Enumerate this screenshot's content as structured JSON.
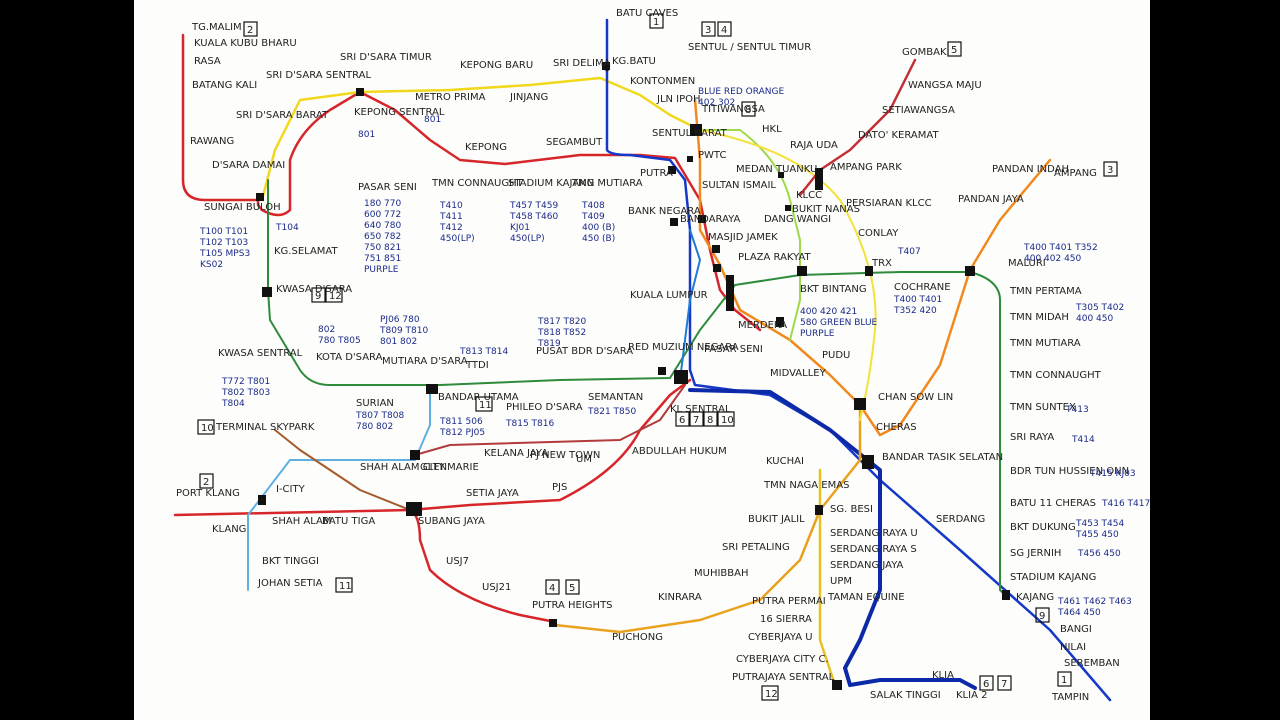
{
  "lines": {
    "red": "#d6262b",
    "yellow": "#f2d81c",
    "blue": "#1638c8",
    "orange": "#f08a1e",
    "green": "#2e8b3c",
    "darkred": "#9b1b1b",
    "lightblue": "#5fb0e0",
    "lime": "#9fd84a",
    "gold": "#e8c020",
    "darkblue": "#0c2aa8"
  },
  "stations": [
    {
      "id": "tg-malim",
      "name": "TG.MALIM"
    },
    {
      "id": "kuala-kubu-bharu",
      "name": "KUALA KUBU BHARU"
    },
    {
      "id": "rasa",
      "name": "RASA"
    },
    {
      "id": "batang-kali",
      "name": "BATANG KALI"
    },
    {
      "id": "rawang",
      "name": "RAWANG"
    },
    {
      "id": "batu-caves",
      "name": "BATU CAVES"
    },
    {
      "id": "kg-batu",
      "name": "KG.BATU"
    },
    {
      "id": "sentul",
      "name": "SENTUL / SENTUL TIMUR"
    },
    {
      "id": "gombak",
      "name": "GOMBAK"
    },
    {
      "id": "wangsa-maju",
      "name": "WANGSA MAJU"
    },
    {
      "id": "setiawangsa",
      "name": "SETIAWANGSA"
    },
    {
      "id": "dato-keramat",
      "name": "DATO' KERAMAT"
    },
    {
      "id": "ampang",
      "name": "AMPANG"
    },
    {
      "id": "pandan-indah",
      "name": "PANDAN INDAH"
    },
    {
      "id": "pandan-jaya",
      "name": "PANDAN JAYA"
    },
    {
      "id": "kontonmen",
      "name": "KONTONMEN"
    },
    {
      "id": "jln-ipoh",
      "name": "JLN IPOH"
    },
    {
      "id": "sri-delima",
      "name": "SRI DELIMA"
    },
    {
      "id": "kepong-baru",
      "name": "KEPONG BARU"
    },
    {
      "id": "jinjang",
      "name": "JINJANG"
    },
    {
      "id": "sri-dsara-timur",
      "name": "SRI D'SARA TIMUR"
    },
    {
      "id": "sri-dsara-sentral",
      "name": "SRI D'SARA SENTRAL"
    },
    {
      "id": "sri-dsara-barat",
      "name": "SRI D'SARA BARAT"
    },
    {
      "id": "kepong-sentral",
      "name": "KEPONG SENTRAL"
    },
    {
      "id": "metro-prima",
      "name": "METRO PRIMA"
    },
    {
      "id": "kepong",
      "name": "KEPONG"
    },
    {
      "id": "segambut",
      "name": "SEGAMBUT"
    },
    {
      "id": "dsara-damai",
      "name": "D'SARA DAMAI"
    },
    {
      "id": "sungai-buloh",
      "name": "SUNGAI BULOH"
    },
    {
      "id": "kg-selamat",
      "name": "KG.SELAMAT"
    },
    {
      "id": "kwasa-dsara",
      "name": "KWASA D'SARA"
    },
    {
      "id": "titiwangsa",
      "name": "TITIWANGSA"
    },
    {
      "id": "sentul-barat",
      "name": "SENTUL BARAT"
    },
    {
      "id": "hkl",
      "name": "HKL"
    },
    {
      "id": "raja-uda",
      "name": "RAJA UDA"
    },
    {
      "id": "ampang-park",
      "name": "AMPANG PARK"
    },
    {
      "id": "pwtc",
      "name": "PWTC"
    },
    {
      "id": "medan-tuanku",
      "name": "MEDAN TUANKU"
    },
    {
      "id": "putra",
      "name": "PUTRA"
    },
    {
      "id": "sultan-ismail",
      "name": "SULTAN ISMAIL"
    },
    {
      "id": "bank-negara",
      "name": "BANK NEGARA"
    },
    {
      "id": "bandaraya",
      "name": "BANDARAYA"
    },
    {
      "id": "klcc",
      "name": "KLCC"
    },
    {
      "id": "bukit-nanas",
      "name": "BUKIT NANAS"
    },
    {
      "id": "dang-wangi",
      "name": "DANG WANGI"
    },
    {
      "id": "persiaran-klcc",
      "name": "PERSIARAN KLCC"
    },
    {
      "id": "conlay",
      "name": "CONLAY"
    },
    {
      "id": "masjid-jamek",
      "name": "MASJID JAMEK"
    },
    {
      "id": "plaza-rakyat",
      "name": "PLAZA RAKYAT"
    },
    {
      "id": "bkt-bintang",
      "name": "BKT BINTANG"
    },
    {
      "id": "trx",
      "name": "TRX"
    },
    {
      "id": "maluri",
      "name": "MALURI"
    },
    {
      "id": "cochrane",
      "name": "COCHRANE"
    },
    {
      "id": "kuala-lumpur",
      "name": "KUALA LUMPUR"
    },
    {
      "id": "merdeka",
      "name": "MERDEKA"
    },
    {
      "id": "pasar-seni-kl",
      "name": "PASAR SENI"
    },
    {
      "id": "pudu",
      "name": "PUDU"
    },
    {
      "id": "red-muzium-negara",
      "name": "RED MUZIUM NEGARA"
    },
    {
      "id": "kl-sentral",
      "name": "KL SENTRAL"
    },
    {
      "id": "midvalley",
      "name": "MIDVALLEY"
    },
    {
      "id": "chan-sow-lin",
      "name": "CHAN SOW LIN"
    },
    {
      "id": "cheras",
      "name": "CHERAS"
    },
    {
      "id": "bandar-tasik-selatan",
      "name": "BANDAR TASIK SELATAN"
    },
    {
      "id": "serdang",
      "name": "SERDANG"
    },
    {
      "id": "kajang",
      "name": "KAJANG"
    },
    {
      "id": "bangi",
      "name": "BANGI"
    },
    {
      "id": "nilai",
      "name": "NILAI"
    },
    {
      "id": "seremban",
      "name": "SEREMBAN"
    },
    {
      "id": "tampin",
      "name": "TAMPIN"
    },
    {
      "id": "kuchai",
      "name": "KUCHAI"
    },
    {
      "id": "tmn-naga-emas",
      "name": "TMN NAGA EMAS"
    },
    {
      "id": "sg-besi",
      "name": "SG. BESI"
    },
    {
      "id": "bukit-jalil",
      "name": "BUKIT JALIL"
    },
    {
      "id": "sri-petaling",
      "name": "SRI PETALING"
    },
    {
      "id": "serdang-raya-u",
      "name": "SERDANG RAYA U"
    },
    {
      "id": "serdang-raya-s",
      "name": "SERDANG RAYA S"
    },
    {
      "id": "serdang-jaya",
      "name": "SERDANG JAYA"
    },
    {
      "id": "upm",
      "name": "UPM"
    },
    {
      "id": "taman-equine",
      "name": "TAMAN EQUINE"
    },
    {
      "id": "putra-permai",
      "name": "PUTRA PERMAI"
    },
    {
      "id": "16-sierra",
      "name": "16 SIERRA"
    },
    {
      "id": "cyberjaya-u",
      "name": "CYBERJAYA U"
    },
    {
      "id": "cyberjaya-city-c",
      "name": "CYBERJAYA CITY C."
    },
    {
      "id": "putrajaya-sentral",
      "name": "PUTRAJAYA SENTRAL"
    },
    {
      "id": "salak-tinggi",
      "name": "SALAK TINGGI"
    },
    {
      "id": "klia",
      "name": "KLIA"
    },
    {
      "id": "klia2",
      "name": "KLIA 2"
    },
    {
      "id": "muhibbah",
      "name": "MUHIBBAH"
    },
    {
      "id": "kinrara",
      "name": "KINRARA"
    },
    {
      "id": "puchong",
      "name": "PUCHONG"
    },
    {
      "id": "putra-heights",
      "name": "PUTRA HEIGHTS"
    },
    {
      "id": "usj21",
      "name": "USJ21"
    },
    {
      "id": "usj7",
      "name": "USJ7"
    },
    {
      "id": "subang-jaya",
      "name": "SUBANG JAYA"
    },
    {
      "id": "setia-jaya",
      "name": "SETIA JAYA"
    },
    {
      "id": "pjs",
      "name": "PJS"
    },
    {
      "id": "glenmarie",
      "name": "GLENMARIE"
    },
    {
      "id": "kelana-jaya",
      "name": "KELANA JAYA"
    },
    {
      "id": "pj-new-town",
      "name": "PJ NEW TOWN"
    },
    {
      "id": "um",
      "name": "UM"
    },
    {
      "id": "abdullah-hukum",
      "name": "ABDULLAH HUKUM"
    },
    {
      "id": "bandar-utama",
      "name": "BANDAR UTAMA"
    },
    {
      "id": "phileo-dsara",
      "name": "PHILEO D'SARA"
    },
    {
      "id": "semantan",
      "name": "SEMANTAN"
    },
    {
      "id": "pusat-bdr-dsara",
      "name": "PUSAT BDR D'SARA"
    },
    {
      "id": "ttdi",
      "name": "TTDI"
    },
    {
      "id": "surian",
      "name": "SURIAN"
    },
    {
      "id": "mutiara-dsara",
      "name": "MUTIARA D'SARA"
    },
    {
      "id": "kota-dsara",
      "name": "KOTA D'SARA"
    },
    {
      "id": "kwasa-sentral",
      "name": "KWASA SENTRAL"
    },
    {
      "id": "terminal-skypark",
      "name": "TERMINAL SKYPARK"
    },
    {
      "id": "port-klang",
      "name": "PORT KLANG"
    },
    {
      "id": "klang",
      "name": "KLANG"
    },
    {
      "id": "i-city",
      "name": "I-CITY"
    },
    {
      "id": "shah-alam",
      "name": "SHAH ALAM"
    },
    {
      "id": "batu-tiga",
      "name": "BATU TIGA"
    },
    {
      "id": "shah-alam-city",
      "name": "SHAH ALAM CITY"
    },
    {
      "id": "bkt-tinggi",
      "name": "BKT TINGGI"
    },
    {
      "id": "johan-setia",
      "name": "JOHAN SETIA"
    },
    {
      "id": "tmn-pertama",
      "name": "TMN PERTAMA"
    },
    {
      "id": "tmn-midah",
      "name": "TMN MIDAH"
    },
    {
      "id": "tmn-mutiara",
      "name": "TMN MUTIARA"
    },
    {
      "id": "tmn-connaught-e",
      "name": "TMN CONNAUGHT"
    },
    {
      "id": "tmn-suntex",
      "name": "TMN SUNTEX"
    },
    {
      "id": "sri-raya",
      "name": "SRI RAYA"
    },
    {
      "id": "bdr-tun-hussein-onn",
      "name": "BDR TUN HUSSIEN ONN"
    },
    {
      "id": "batu-11-cheras",
      "name": "BATU 11 CHERAS"
    },
    {
      "id": "bkt-dukung",
      "name": "BKT DUKUNG"
    },
    {
      "id": "sg-jernih",
      "name": "SG JERNIH"
    },
    {
      "id": "stadium-kajang",
      "name": "STADIUM KAJANG"
    },
    {
      "id": "pasar-seni-w",
      "name": "PASAR SENI"
    },
    {
      "id": "tmn-connaught-w",
      "name": "TMN CONNAUGHT"
    },
    {
      "id": "stadium-kajang-w",
      "name": "STADIUM KAJANG"
    },
    {
      "id": "tmn-mutiara-w",
      "name": "TMN MUTIARA"
    }
  ],
  "line_numbers": {
    "n1": "1",
    "n2": "2",
    "n3": "3",
    "n4": "4",
    "n5": "5",
    "n6": "6",
    "n7": "7",
    "n8": "8",
    "n9": "9",
    "n10": "10",
    "n11": "11",
    "n12": "12"
  },
  "bus_codes": {
    "sungai-buloh": "T100 T101\nT102 T103\nT105 MPS3\nKS02",
    "kg-selamat": "T104",
    "kepong-sentral": "801",
    "metro-prima": "801",
    "titiwangsa": "BLUE RED ORANGE\n402 302",
    "pasar-seni-w": "180 770\n600 772\n640 780\n650 782\n750 821\n751 851\nPURPLE",
    "tmn-connaught-w": "T410\nT411\nT412\n450(LP)",
    "stadium-kajang-w": "T457 T459\nT458 T460\nKJ01\n450(LP)",
    "tmn-mutiara-w": "T408\nT409\n400 (B)\n450 (B)",
    "maluri": "T400 T401 T352\n400 402 450",
    "trx": "T407",
    "cochrane": "T400 T401\nT352 420",
    "bkt-bintang": "400 420 421\n580 GREEN BLUE\nPURPLE",
    "tmn-midah": "T305 T402\n400 450",
    "tmn-suntex": "T413",
    "sri-raya": "T414",
    "bdr-tun-hussein-onn": "T415 KJ03",
    "batu-11-cheras": "T416 T417",
    "bkt-dukung": "T453 T454\nT455 450",
    "sg-jernih": "T456 450",
    "kajang": "T461 T462 T463\nT464 450",
    "kota-dsara": "802\n780 T805",
    "mutiara-dsara": "PJ06 780\nT809 T810\n801 802",
    "ttdi": "T813 T814",
    "pusat-bdr-dsara": "T817 T820\nT818 T852\nT819",
    "kwasa-sentral": "T772 T801\nT802 T803\nT804",
    "surian": "T807 T808\n780 802",
    "bandar-utama": "T811 506\nT812 PJ05",
    "phileo-dsara": "T815 T816",
    "semantan": "T821 T850"
  }
}
